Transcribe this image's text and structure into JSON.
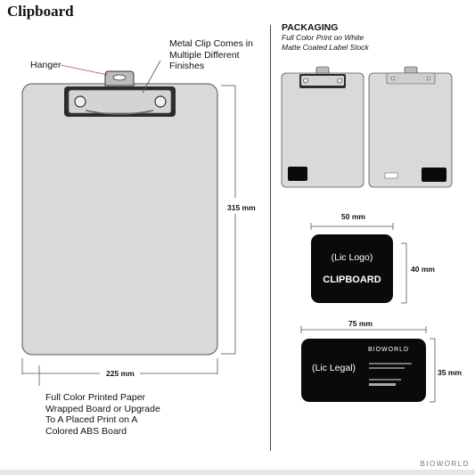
{
  "title": "Clipboard",
  "callouts": {
    "hanger": "Hanger",
    "clip": [
      "Metal Clip Comes in",
      "Multiple Different",
      "Finishes"
    ],
    "board": [
      "Full Color Printed Paper",
      "Wrapped Board or Upgrade",
      "To A Placed Print on A",
      "Colored ABS Board"
    ]
  },
  "dimensions": {
    "height": "315 mm",
    "width": "225 mm",
    "logo_width": "50 mm",
    "logo_height": "40 mm",
    "legal_width": "75 mm",
    "legal_height": "35 mm"
  },
  "packaging": {
    "title": "PACKAGING",
    "subtitle": [
      "Full Color Print on White",
      "Matte Coated Label Stock"
    ]
  },
  "labels": {
    "logo": {
      "line1": "(Lic Logo)",
      "line2": "CLIPBOARD"
    },
    "legal": {
      "main": "(Lic Legal)",
      "brand": "BIOWORLD"
    }
  },
  "footer_brand": "BIOWORLD",
  "colors": {
    "board": "#d9d9d9",
    "board_stroke": "#555555",
    "clip": "#bcbcbc",
    "label": "#0a0a0a"
  }
}
